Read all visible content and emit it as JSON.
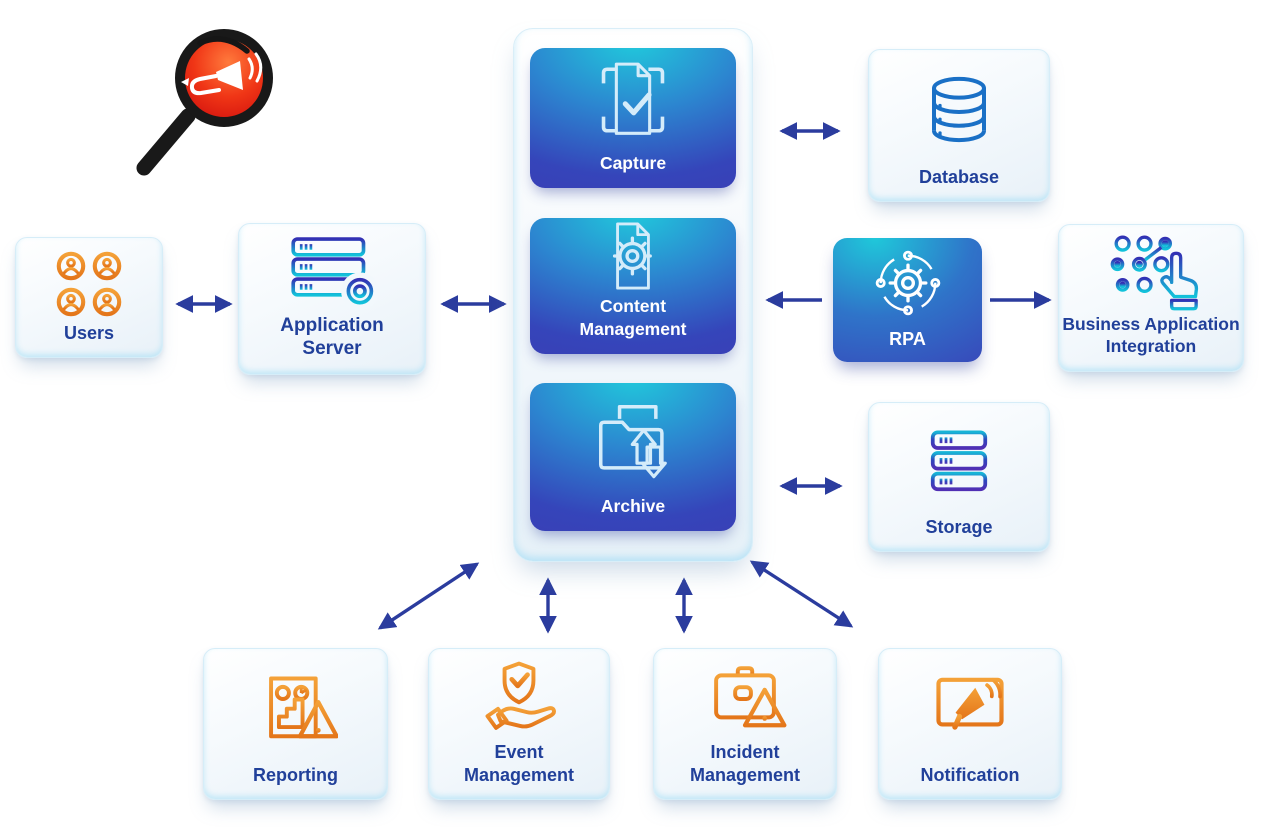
{
  "logo": {
    "icon": "magnifier-horn-logo"
  },
  "platform": {
    "modules": [
      {
        "label": "Capture",
        "icon": "document-scan-check-icon"
      },
      {
        "label": "Content Management",
        "icon": "document-gear-icon"
      },
      {
        "label": "Archive",
        "icon": "folder-sync-icon"
      }
    ]
  },
  "nodes": {
    "users": {
      "label": "Users",
      "icon": "user-network-icon"
    },
    "application_server": {
      "label": "Application Server",
      "icon": "server-gear-icon"
    },
    "database": {
      "label": "Database",
      "icon": "database-icon"
    },
    "rpa": {
      "label": "RPA",
      "icon": "gear-orbit-icon"
    },
    "business_application_integration": {
      "label": "Business Application Integration",
      "icon": "dots-pointer-hand-icon"
    },
    "storage": {
      "label": "Storage",
      "icon": "server-rack-icon"
    },
    "reporting": {
      "label": "Reporting",
      "icon": "report-alert-icon"
    },
    "event_management": {
      "label": "Event Management",
      "icon": "shield-hand-icon"
    },
    "incident_management": {
      "label": "Incident Management",
      "icon": "briefcase-alert-icon"
    },
    "notification": {
      "label": "Notification",
      "icon": "megaphone-monitor-icon"
    }
  },
  "edges": [
    {
      "from": "users",
      "to": "application-server",
      "direction": "bidirectional"
    },
    {
      "from": "application-server",
      "to": "platform",
      "direction": "bidirectional"
    },
    {
      "from": "platform",
      "to": "database",
      "direction": "bidirectional"
    },
    {
      "from": "rpa",
      "to": "platform",
      "direction": "one-way"
    },
    {
      "from": "rpa",
      "to": "business-application-integration",
      "direction": "one-way"
    },
    {
      "from": "platform",
      "to": "storage",
      "direction": "bidirectional"
    },
    {
      "from": "platform",
      "to": "reporting",
      "direction": "bidirectional"
    },
    {
      "from": "platform",
      "to": "event-management",
      "direction": "bidirectional"
    },
    {
      "from": "platform",
      "to": "incident-management",
      "direction": "bidirectional"
    },
    {
      "from": "platform",
      "to": "notification",
      "direction": "bidirectional"
    }
  ],
  "colors": {
    "arrow": "#2b3c9e",
    "label_text": "#21409a",
    "module_gradient_top": "#20cbdc",
    "module_gradient_bottom": "#3a3eb5",
    "orange_icon": "#ee8a1f",
    "database_icon": "#1a70c6",
    "logo_red": "#e8260f"
  }
}
